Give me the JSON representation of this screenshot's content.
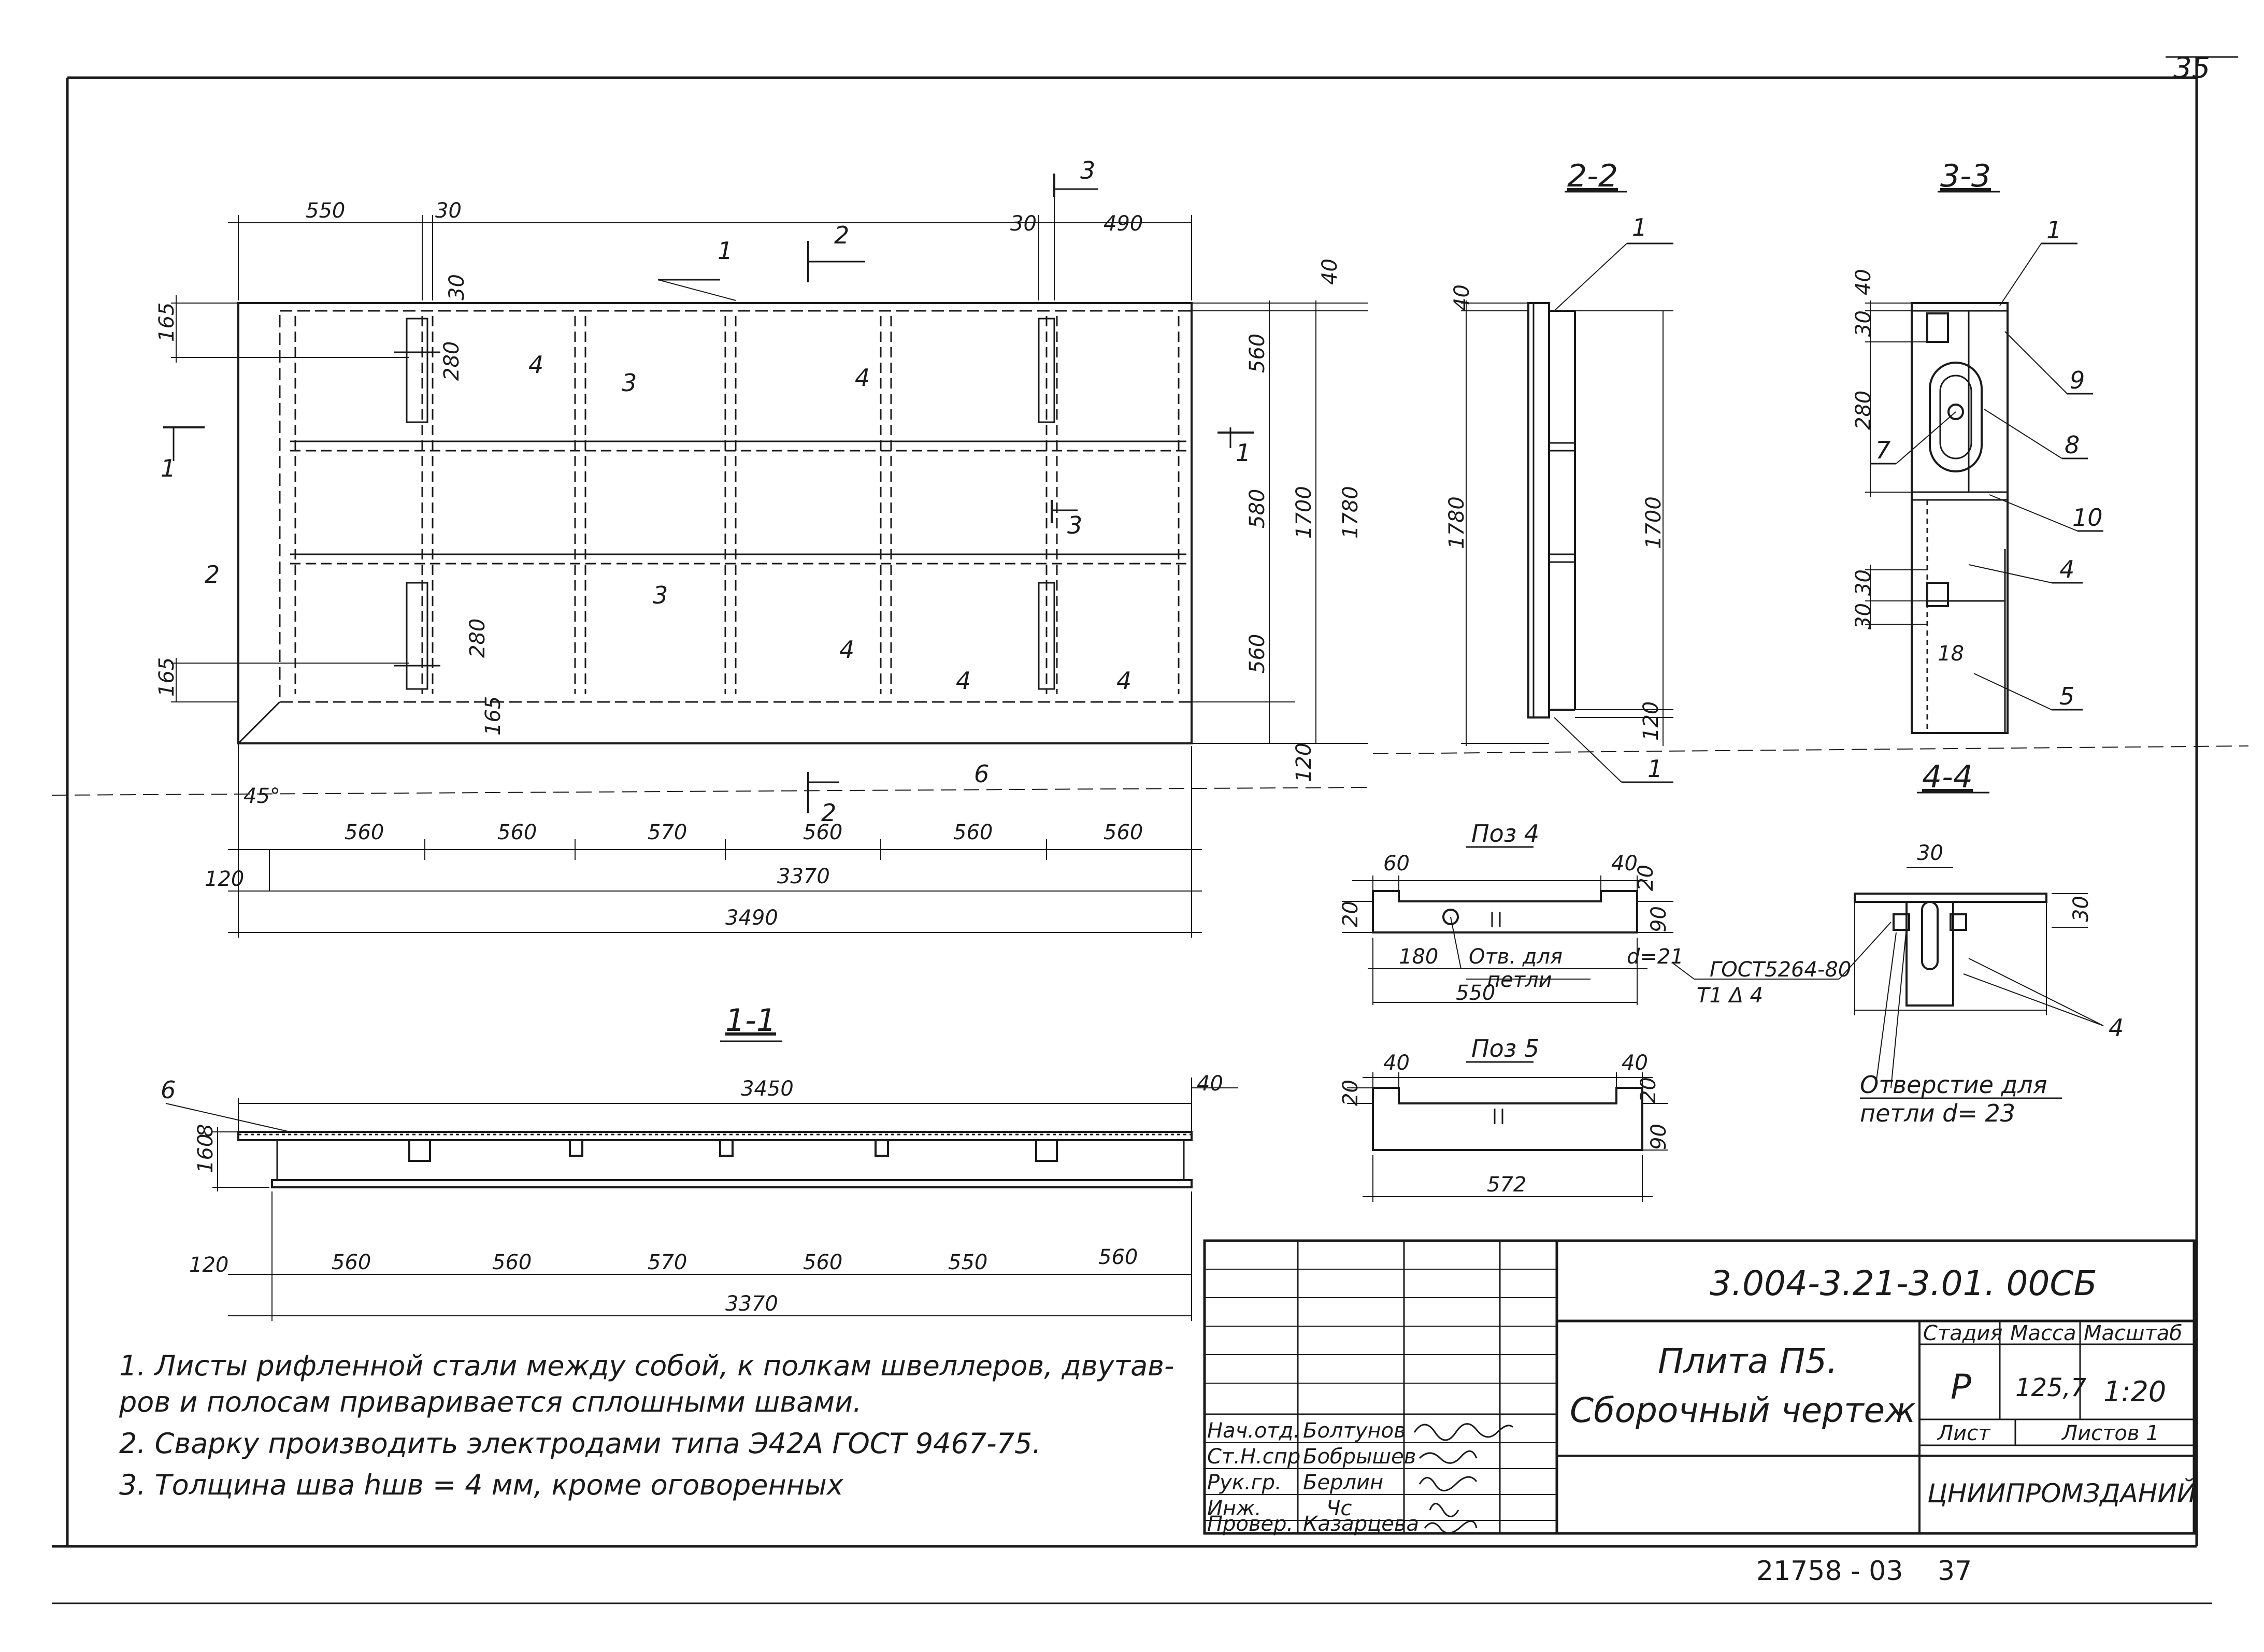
{
  "sheet": {
    "page_number": "35",
    "bottom_left_code": "21758 - 03",
    "bottom_right_number": "37"
  },
  "plan": {
    "dims_top": [
      "550",
      "30",
      "30",
      "490"
    ],
    "dims_right": [
      "40",
      "560",
      "580",
      "560",
      "120",
      "1700",
      "1780"
    ],
    "dims_left": [
      "165",
      "165"
    ],
    "dims_inner": [
      "30",
      "280",
      "280",
      "165"
    ],
    "angle": "45°",
    "dims_bottom": [
      "560",
      "560",
      "570",
      "560",
      "560",
      "560"
    ],
    "dim_120": "120",
    "dim_3370": "3370",
    "dim_3490": "3490",
    "callouts": [
      "1",
      "2",
      "3",
      "3",
      "4",
      "4",
      "4",
      "6"
    ],
    "cuts": {
      "c1a": "1",
      "c1b": "1",
      "c2a": "2",
      "c2b": "2",
      "c3a": "3",
      "c3b": "3",
      "c4a": "4",
      "c4b": "4"
    }
  },
  "section_1_1": {
    "title": "1-1",
    "dim_3450": "3450",
    "dim_40": "40",
    "dim_160": "160",
    "dim_8": "8",
    "callout_6": "6",
    "dim_120": "120",
    "dims_bottom": [
      "560",
      "560",
      "570",
      "560",
      "550",
      "560"
    ],
    "dim_3370": "3370"
  },
  "section_2_2": {
    "title": "2-2",
    "dim_40": "40",
    "dim_1780": "1780",
    "dim_1700": "1700",
    "dim_120": "120",
    "callouts": [
      "1",
      "1"
    ]
  },
  "section_3_3": {
    "title": "3-3",
    "dims": [
      "40",
      "30",
      "280",
      "30",
      "30",
      "18"
    ],
    "callouts": [
      "1",
      "9",
      "8",
      "7",
      "10",
      "4",
      "5"
    ]
  },
  "section_4_4": {
    "title": "4-4",
    "dim_30": "30",
    "dim_30b": "30",
    "callout_4": "4",
    "hole_note_1": "Отверстие для",
    "hole_note_2": "петли  d= 23"
  },
  "pos4": {
    "title": "Поз 4",
    "dims": [
      "60",
      "40",
      "20",
      "20",
      "90",
      "180",
      "550"
    ],
    "hole_note_1": "Отв. для",
    "hole_note_2": "петли",
    "d_note": "d=21",
    "gost_1": "ГОСТ5264-80",
    "gost_2": "Т1 Δ 4"
  },
  "pos5": {
    "title": "Поз 5",
    "dims": [
      "40",
      "40",
      "20",
      "20",
      "90",
      "572"
    ]
  },
  "notes": [
    "1. Листы рифленной  стали  между  собой, к полкам  швеллеров, двутав-",
    "ров  и  полосам  приваривается  сплошными  швами.",
    "2. Сварку  производить  электродами  типа  Э42А  ГОСТ 9467-75.",
    "3.  Толщина  шва  hшв = 4 мм,  кроме  оговоренных"
  ],
  "title_block": {
    "doc_code": "3.004-3.21-3.01. 00СБ",
    "name_1": "Плита  П5.",
    "name_2": "Сборочный  чертеж",
    "h_stage": "Стадия",
    "h_mass": "Масса",
    "h_scale": "Масштаб",
    "stage": "Р",
    "mass": "125,7",
    "scale": "1:20",
    "sheet_label": "Лист",
    "sheets_label": "Листов 1",
    "org": "ЦНИИПРОМЗДАНИЙ",
    "rows": [
      {
        "role": "Нач.отд.",
        "name": "Болтунов"
      },
      {
        "role": "Ст.Н.спр",
        "name": "Бобрышев"
      },
      {
        "role": "Рук.гр.",
        "name": "Берлин"
      },
      {
        "role": "Инж.",
        "name": "Чс"
      },
      {
        "role": "Провер.",
        "name": "Казарцева"
      }
    ]
  }
}
